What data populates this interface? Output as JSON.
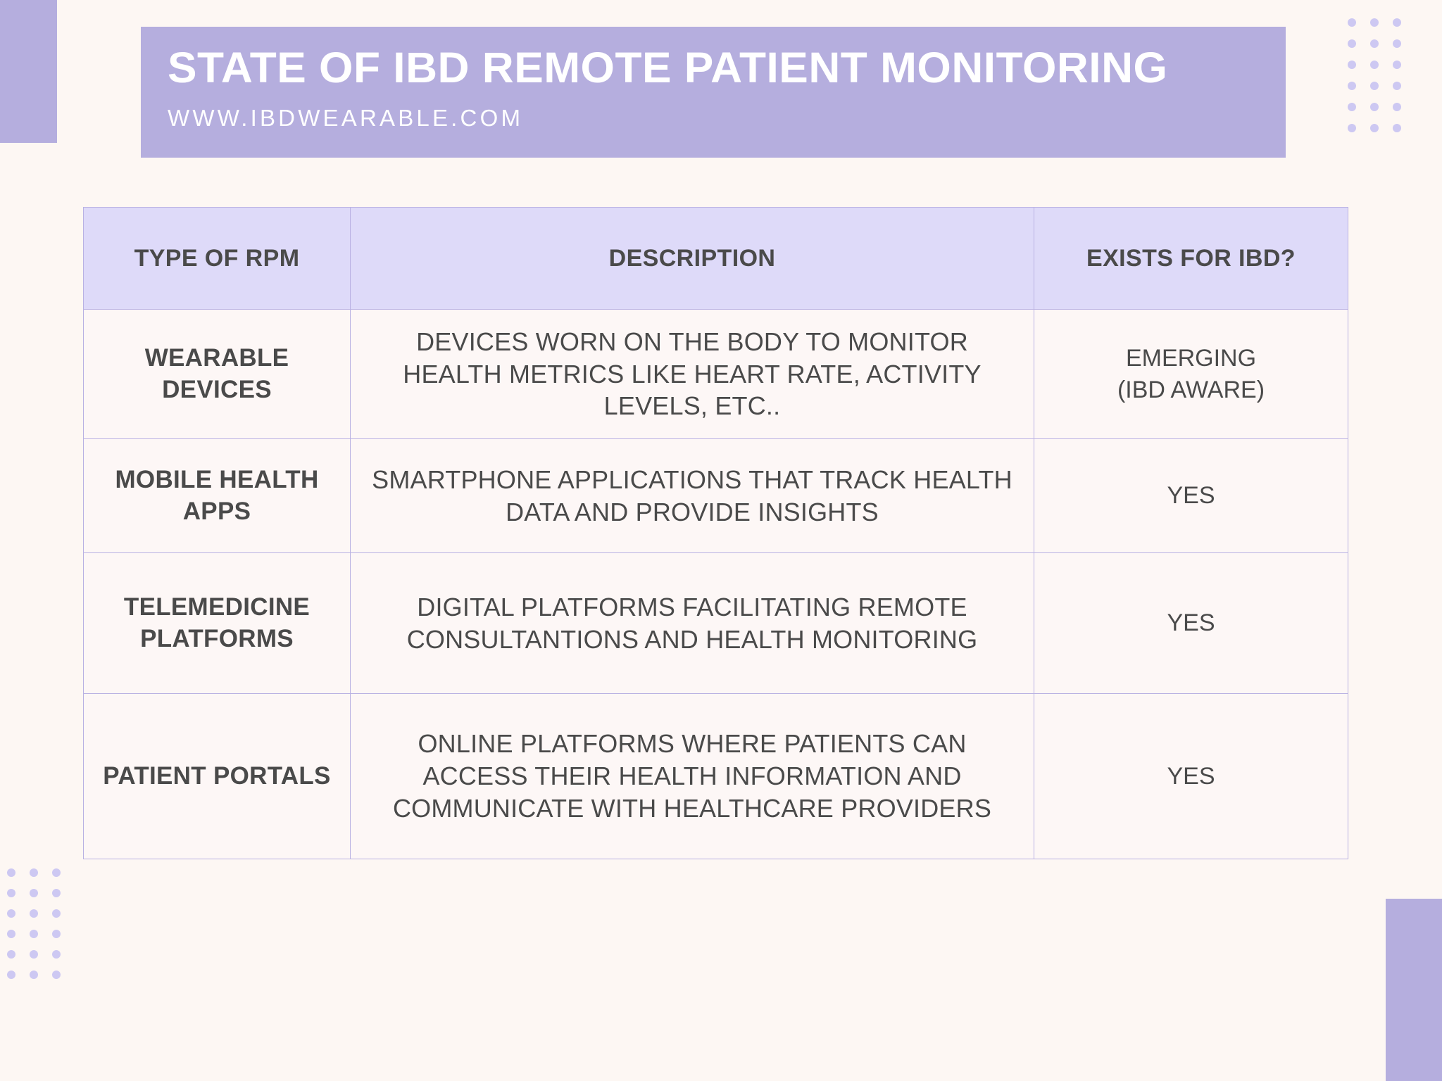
{
  "theme": {
    "background": "#fdf7f3",
    "accent_purple": "#b5aede",
    "header_cell_purple": "#dedaf9",
    "border_purple": "#b9b1e3",
    "dot_purple": "#cdc8f2",
    "text_gray": "#4a4a4a",
    "title_white": "#ffffff"
  },
  "header": {
    "title": "STATE OF IBD REMOTE PATIENT MONITORING",
    "subtitle": "WWW.IBDWEARABLE.COM"
  },
  "table": {
    "columns": [
      "TYPE OF RPM",
      "DESCRIPTION",
      "EXISTS FOR IBD?"
    ],
    "rows": [
      {
        "type": "WEARABLE DEVICES",
        "description": "DEVICES WORN ON THE BODY TO MONITOR HEALTH METRICS LIKE HEART RATE, ACTIVITY LEVELS, ETC..",
        "exists": "EMERGING",
        "exists_sub": "(IBD AWARE)"
      },
      {
        "type": "MOBILE HEALTH APPS",
        "description": "SMARTPHONE APPLICATIONS THAT TRACK HEALTH DATA AND PROVIDE INSIGHTS",
        "exists": "YES",
        "exists_sub": ""
      },
      {
        "type": "TELEMEDICINE PLATFORMS",
        "description": "DIGITAL PLATFORMS FACILITATING REMOTE CONSULTANTIONS AND HEALTH MONITORING",
        "exists": "YES",
        "exists_sub": ""
      },
      {
        "type": "PATIENT PORTALS",
        "description": "ONLINE PLATFORMS WHERE PATIENTS CAN ACCESS THEIR HEALTH INFORMATION AND COMMUNICATE WITH HEALTHCARE PROVIDERS",
        "exists": "YES",
        "exists_sub": ""
      }
    ]
  },
  "decor": {
    "dot_grid_top_right": {
      "columns": 3,
      "rows": 6
    },
    "dot_grid_bottom_left": {
      "columns": 3,
      "rows": 6
    },
    "block_top_left": "accent-rectangle",
    "block_bottom_right": "accent-rectangle"
  }
}
